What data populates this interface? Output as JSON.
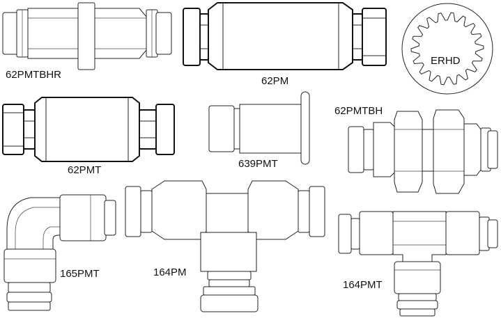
{
  "labels": {
    "p62pmtbhr": "62PMTBHR",
    "p62pm": "62PM",
    "erhd": "ERHD",
    "p62pmt": "62PMT",
    "p639pmt": "639PMT",
    "p62pmtbh": "62PMTBH",
    "p165pmt": "165PMT",
    "p164pm": "164PM",
    "p164pmt": "164PMT"
  }
}
